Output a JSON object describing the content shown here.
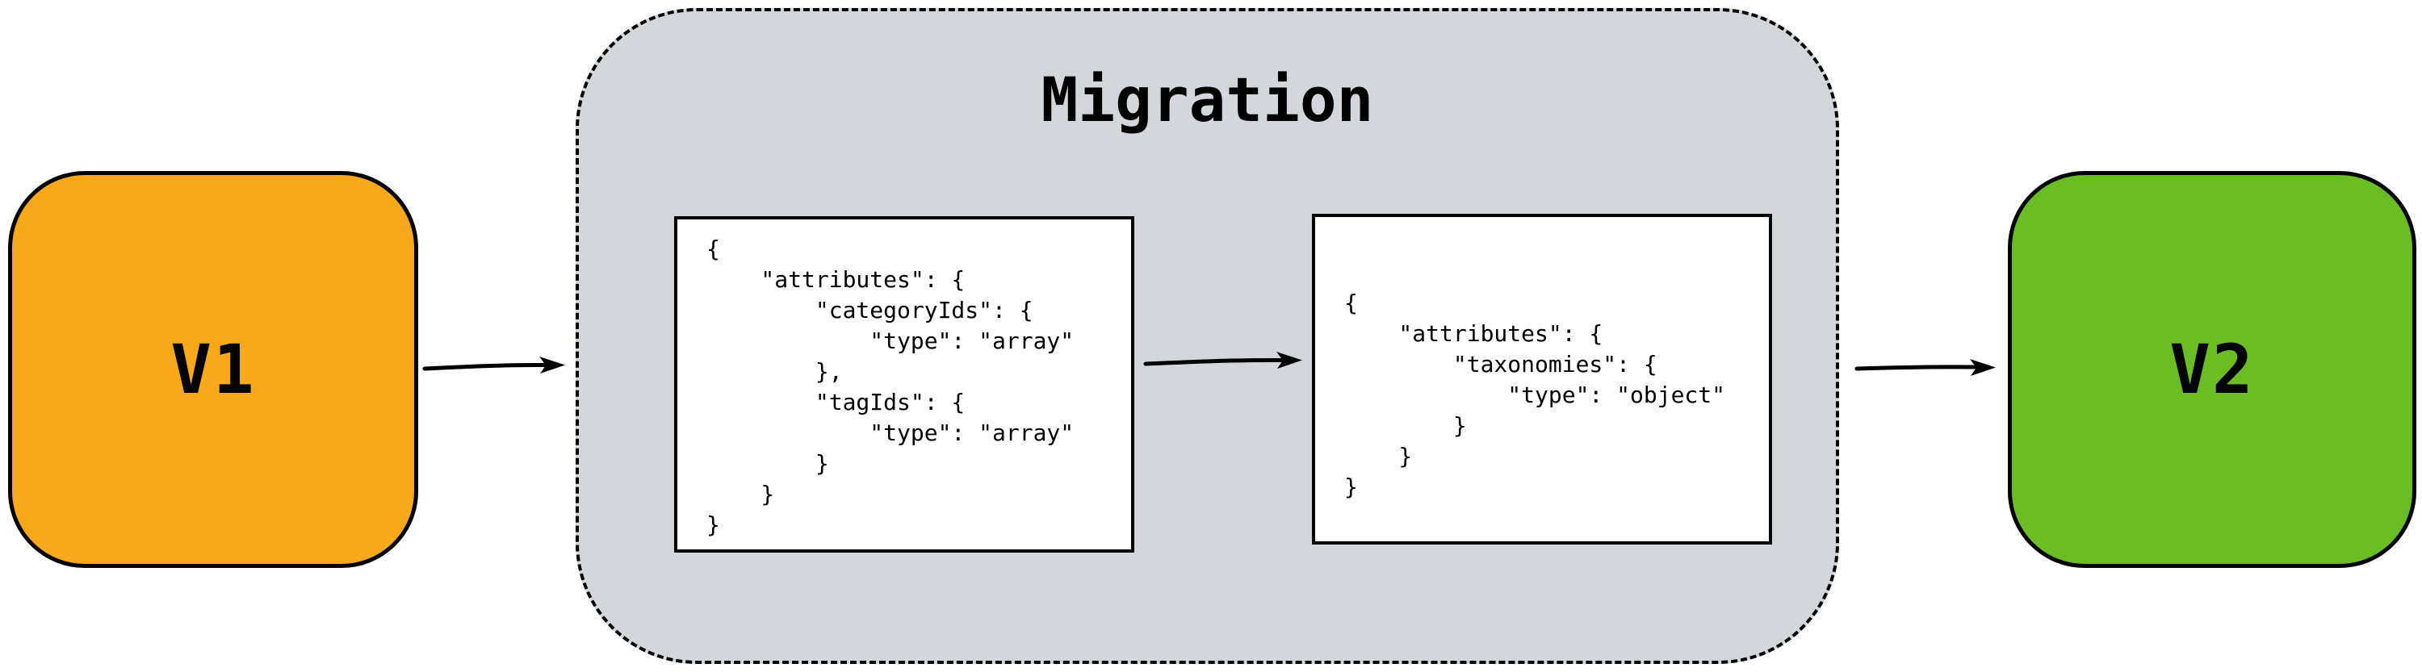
{
  "diagram": {
    "background": "#FFFFFF",
    "stroke_color": "#000000",
    "nodes": {
      "v1": {
        "label": "V1",
        "fill": "#F7A81B"
      },
      "v2": {
        "label": "V2",
        "fill": "#6ABE23"
      }
    },
    "migration": {
      "title": "Migration",
      "fill": "#D3D7DC",
      "schema_v1_json": "{\n    \"attributes\": {\n        \"categoryIds\": {\n            \"type\": \"array\"\n        },\n        \"tagIds\": {\n            \"type\": \"array\"\n        }\n    }\n}",
      "schema_v2_json": "{\n    \"attributes\": {\n        \"taxonomies\": {\n            \"type\": \"object\"\n        }\n    }\n}"
    },
    "arrows": [
      {
        "name": "v1-to-migration"
      },
      {
        "name": "schema-v1-to-schema-v2"
      },
      {
        "name": "migration-to-v2"
      }
    ]
  }
}
